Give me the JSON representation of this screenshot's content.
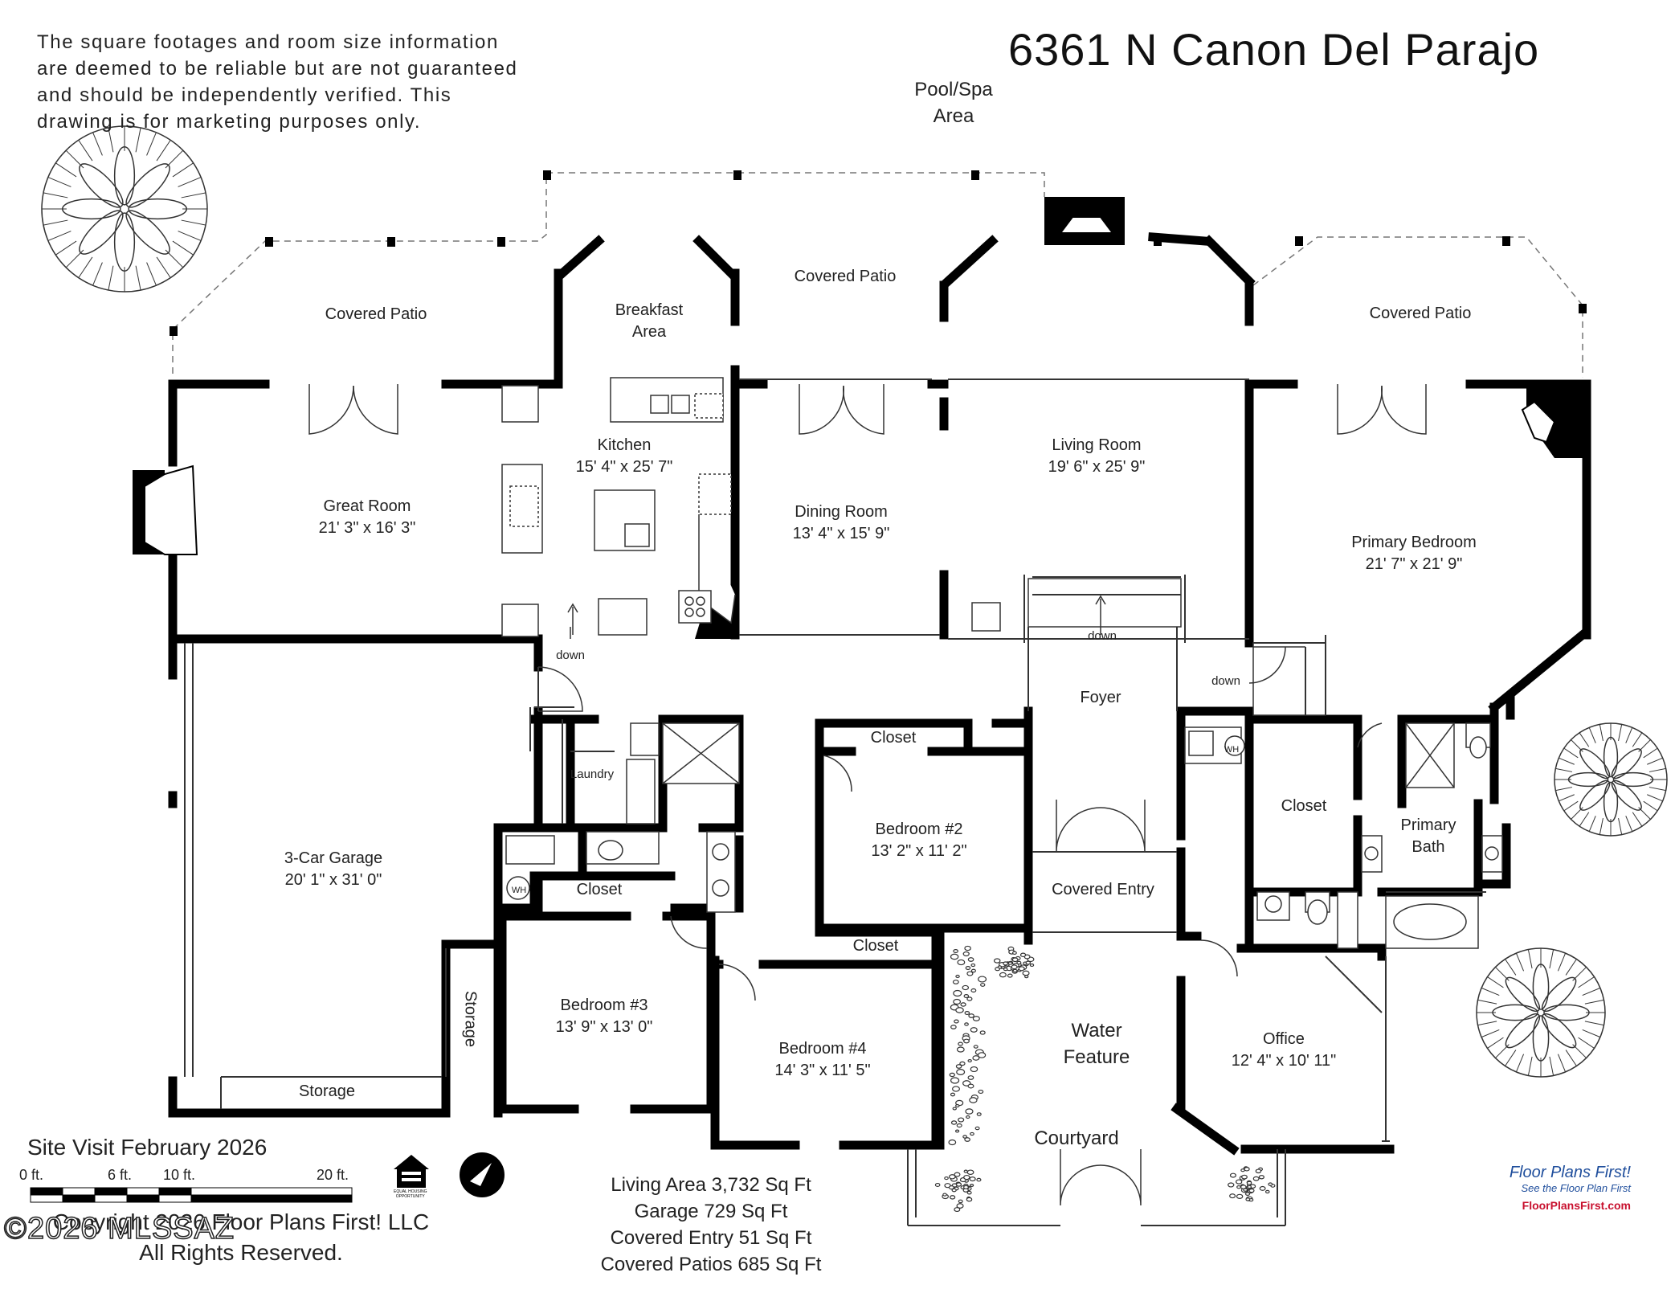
{
  "title": "6361 N Canon Del Parajo",
  "disclaimer": [
    "The square footages and room size information",
    "are deemed to be reliable but are not guaranteed",
    "and should be independently verified. This",
    "drawing is for marketing purposes only."
  ],
  "pool_label": [
    "Pool/Spa",
    "Area"
  ],
  "rooms": {
    "patio_left": {
      "name": "Covered Patio",
      "dims": ""
    },
    "patio_center": {
      "name": "Covered Patio",
      "dims": ""
    },
    "patio_right": {
      "name": "Covered Patio",
      "dims": ""
    },
    "breakfast": {
      "name": "Breakfast",
      "dims": "Area"
    },
    "kitchen": {
      "name": "Kitchen",
      "dims": "15' 4\" x 25' 7\""
    },
    "great_room": {
      "name": "Great Room",
      "dims": "21' 3\" x 16' 3\""
    },
    "dining": {
      "name": "Dining Room",
      "dims": "13' 4\" x 15' 9\""
    },
    "living": {
      "name": "Living Room",
      "dims": "19' 6\" x 25' 9\""
    },
    "primary_bedroom": {
      "name": "Primary Bedroom",
      "dims": "21' 7\" x 21' 9\""
    },
    "garage": {
      "name": "3-Car Garage",
      "dims": "20' 1\" x 31' 0\""
    },
    "bedroom2": {
      "name": "Bedroom #2",
      "dims": "13' 2\" x 11' 2\""
    },
    "bedroom3": {
      "name": "Bedroom #3",
      "dims": "13' 9\" x 13' 0\""
    },
    "bedroom4": {
      "name": "Bedroom #4",
      "dims": "14' 3\" x 11' 5\""
    },
    "office": {
      "name": "Office",
      "dims": "12' 4\" x 10' 11\""
    },
    "primary_bath": {
      "name": "Primary",
      "dims": "Bath"
    }
  },
  "labels": {
    "foyer": "Foyer",
    "covered_entry": "Covered Entry",
    "water_feature": [
      "Water",
      "Feature"
    ],
    "courtyard": "Courtyard",
    "closet_b2": "Closet",
    "closet_b3": "Closet",
    "closet_b4": "Closet",
    "closet_primary": "Closet",
    "laundry": "Laundry",
    "storage_bottom": "Storage",
    "storage_side": "Storage",
    "down_1": "down",
    "down_2": "down",
    "down_3": "down",
    "wh_1": "WH",
    "wh_2": "WH"
  },
  "site_visit": "Site Visit February 2026",
  "scale": {
    "t0": "0 ft.",
    "t6": "6 ft.",
    "t10": "10 ft.",
    "t20": "20 ft."
  },
  "compass": "N",
  "ehl": [
    "EQUAL HOUSING",
    "OPPORTUNITY"
  ],
  "copyright": [
    "Copyright 2026 Floor Plans First! LLC",
    "All Rights Reserved."
  ],
  "watermark": "©2026 MLSSAZ",
  "area_summary": [
    "Living Area 3,732 Sq Ft",
    "Garage 729 Sq Ft",
    "Covered Entry 51 Sq Ft",
    "Covered Patios 685 Sq Ft"
  ],
  "brand": {
    "logo_name": "Floor Plans First!",
    "tagline": "See the Floor Plan First",
    "url": "FloorPlansFirst.com",
    "colors": {
      "blue": "#1f4e9c",
      "red": "#c8102e"
    }
  }
}
